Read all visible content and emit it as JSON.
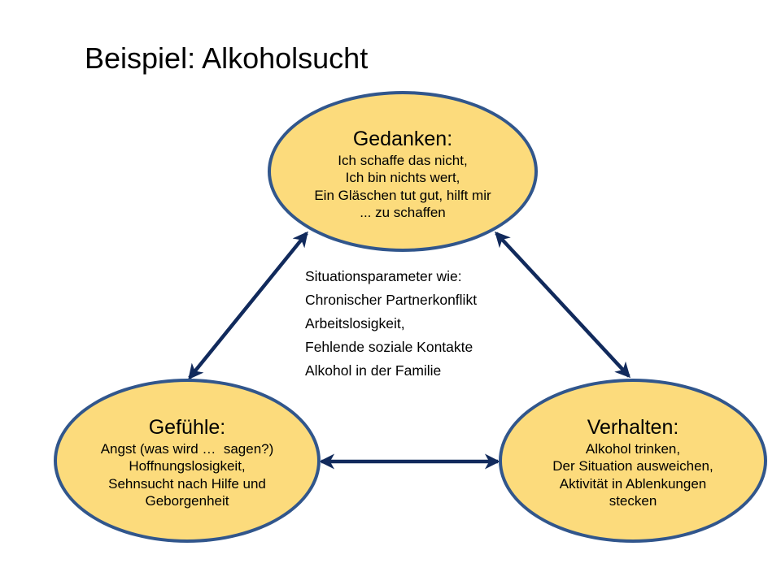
{
  "slide": {
    "title": "Beispiel: Alkoholsucht"
  },
  "nodes": {
    "gedanken": {
      "heading": "Gedanken:",
      "lines": [
        "Ich schaffe das nicht,",
        "Ich bin nichts wert,",
        "Ein Gläschen tut gut, hilft mir",
        "... zu schaffen"
      ]
    },
    "gefuehle": {
      "heading": "Gefühle:",
      "lines": [
        "Angst (was wird …  sagen?)",
        "Hoffnungslosigkeit,",
        "Sehnsucht nach Hilfe und",
        "Geborgenheit"
      ]
    },
    "verhalten": {
      "heading": "Verhalten:",
      "lines": [
        "Alkohol trinken,",
        "Der Situation ausweichen,",
        "Aktivität in Ablenkungen",
        "stecken"
      ]
    }
  },
  "situation": {
    "lines": [
      "Situationsparameter wie:",
      "Chronischer Partnerkonflikt",
      "Arbeitslosigkeit,",
      "Fehlende soziale Kontakte",
      "Alkohol in der Familie"
    ]
  },
  "colors": {
    "node_fill": "#FCDB7C",
    "node_border": "#31568C",
    "arrow": "#112A5C",
    "text": "#000000"
  }
}
